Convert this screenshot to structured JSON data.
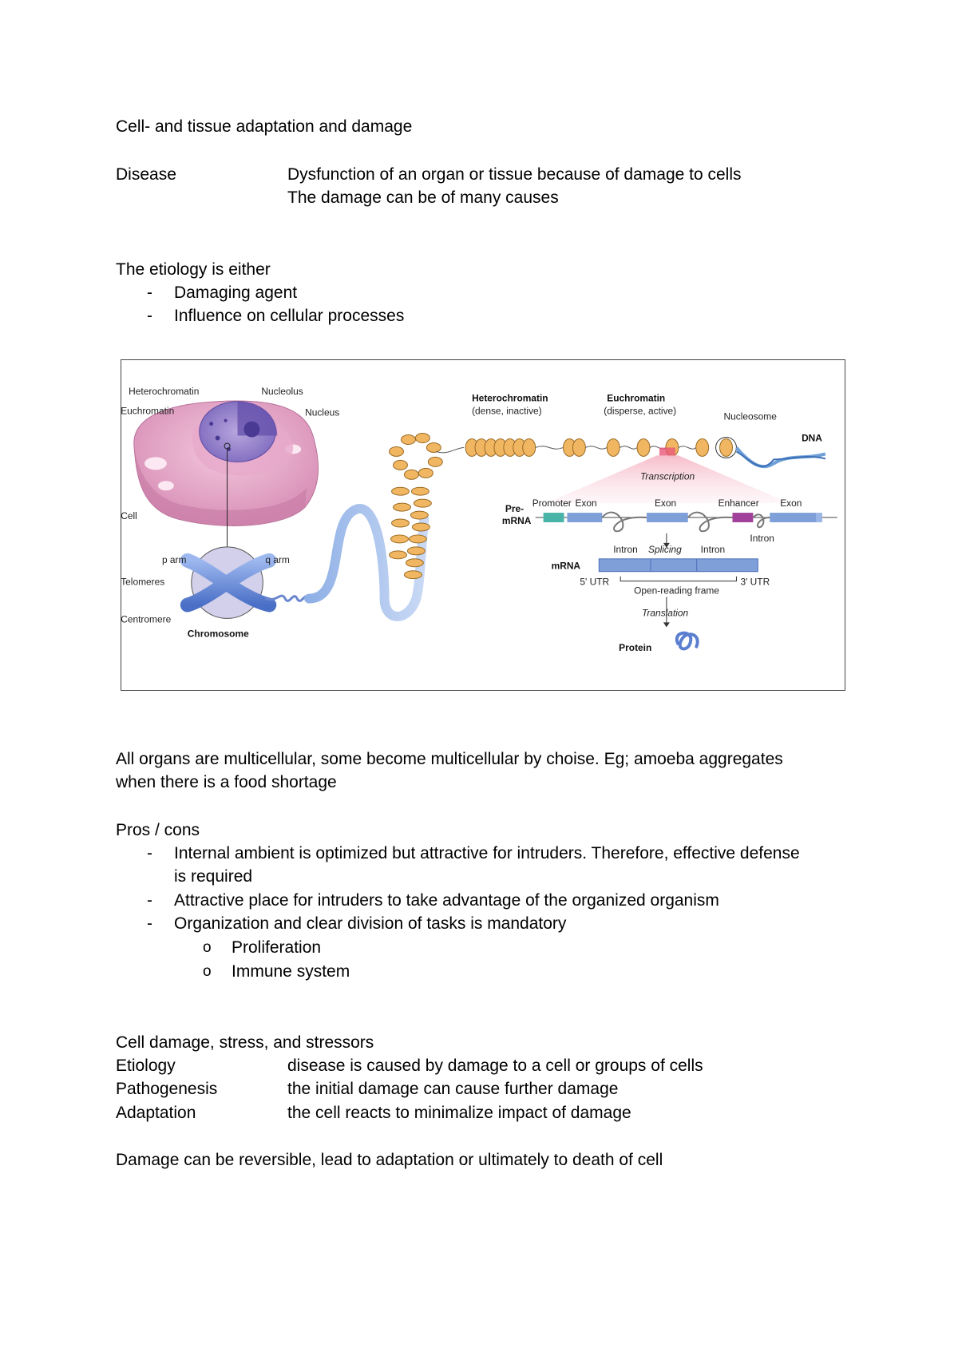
{
  "title": "Cell- and tissue adaptation and damage",
  "disease": {
    "term": "Disease",
    "lines": [
      "Dysfunction of an organ or tissue because of damage to cells",
      "The damage can be of many causes"
    ]
  },
  "etiology": {
    "heading": "The etiology is either",
    "items": [
      "Damaging agent",
      "Influence on cellular processes"
    ]
  },
  "figure": {
    "heterochromatin": "Heterochromatin",
    "nucleolus": "Nucleolus",
    "euchromatin": "Euchromatin",
    "nucleus": "Nucleus",
    "cell": "Cell",
    "p_arm": "p arm",
    "q_arm": "q arm",
    "telomeres": "Telomeres",
    "centromere": "Centromere",
    "chromosome": "Chromosome",
    "hetero_bold": "Heterochromatin",
    "hetero_sub": "(dense, inactive)",
    "eu_bold": "Euchromatin",
    "eu_sub": "(disperse, active)",
    "nucleosome": "Nucleosome",
    "dna": "DNA",
    "transcription": "Transcription",
    "pre_mrna_1": "Pre-",
    "pre_mrna_2": "mRNA",
    "promoter": "Promoter",
    "exon1": "Exon",
    "exon2": "Exon",
    "enhancer": "Enhancer",
    "exon3": "Exon",
    "intron1": "Intron",
    "splicing": "Splicing",
    "intron2": "Intron",
    "intron3": "Intron",
    "mrna": "mRNA",
    "utr5": "5' UTR",
    "orf": "Open-reading frame",
    "utr3": "3' UTR",
    "translation": "Translation",
    "protein": "Protein"
  },
  "multicellular": {
    "line1": "All organs are multicellular, some become multicellular by choise. Eg; amoeba aggregates",
    "line2": "when there is a food shortage"
  },
  "pros_cons": {
    "heading": "Pros / cons",
    "item1_line1": "Internal ambient is optimized but attractive for intruders. Therefore, effective defense",
    "item1_line2": "is required",
    "item2": "Attractive place for intruders to take advantage of the organized organism",
    "item3": "Organization and clear division of tasks is mandatory",
    "sub_items": [
      "Proliferation",
      "Immune system"
    ]
  },
  "damage": {
    "heading": "Cell damage, stress, and stressors",
    "rows": [
      {
        "term": "Etiology",
        "def": "disease is caused by damage to a cell or groups of cells"
      },
      {
        "term": "Pathogenesis",
        "def": "the initial damage can cause further damage"
      },
      {
        "term": "Adaptation",
        "def": "the cell reacts to minimalize impact of damage"
      }
    ]
  },
  "conclusion": "Damage can be reversible, lead to adaptation or ultimately to death of cell"
}
